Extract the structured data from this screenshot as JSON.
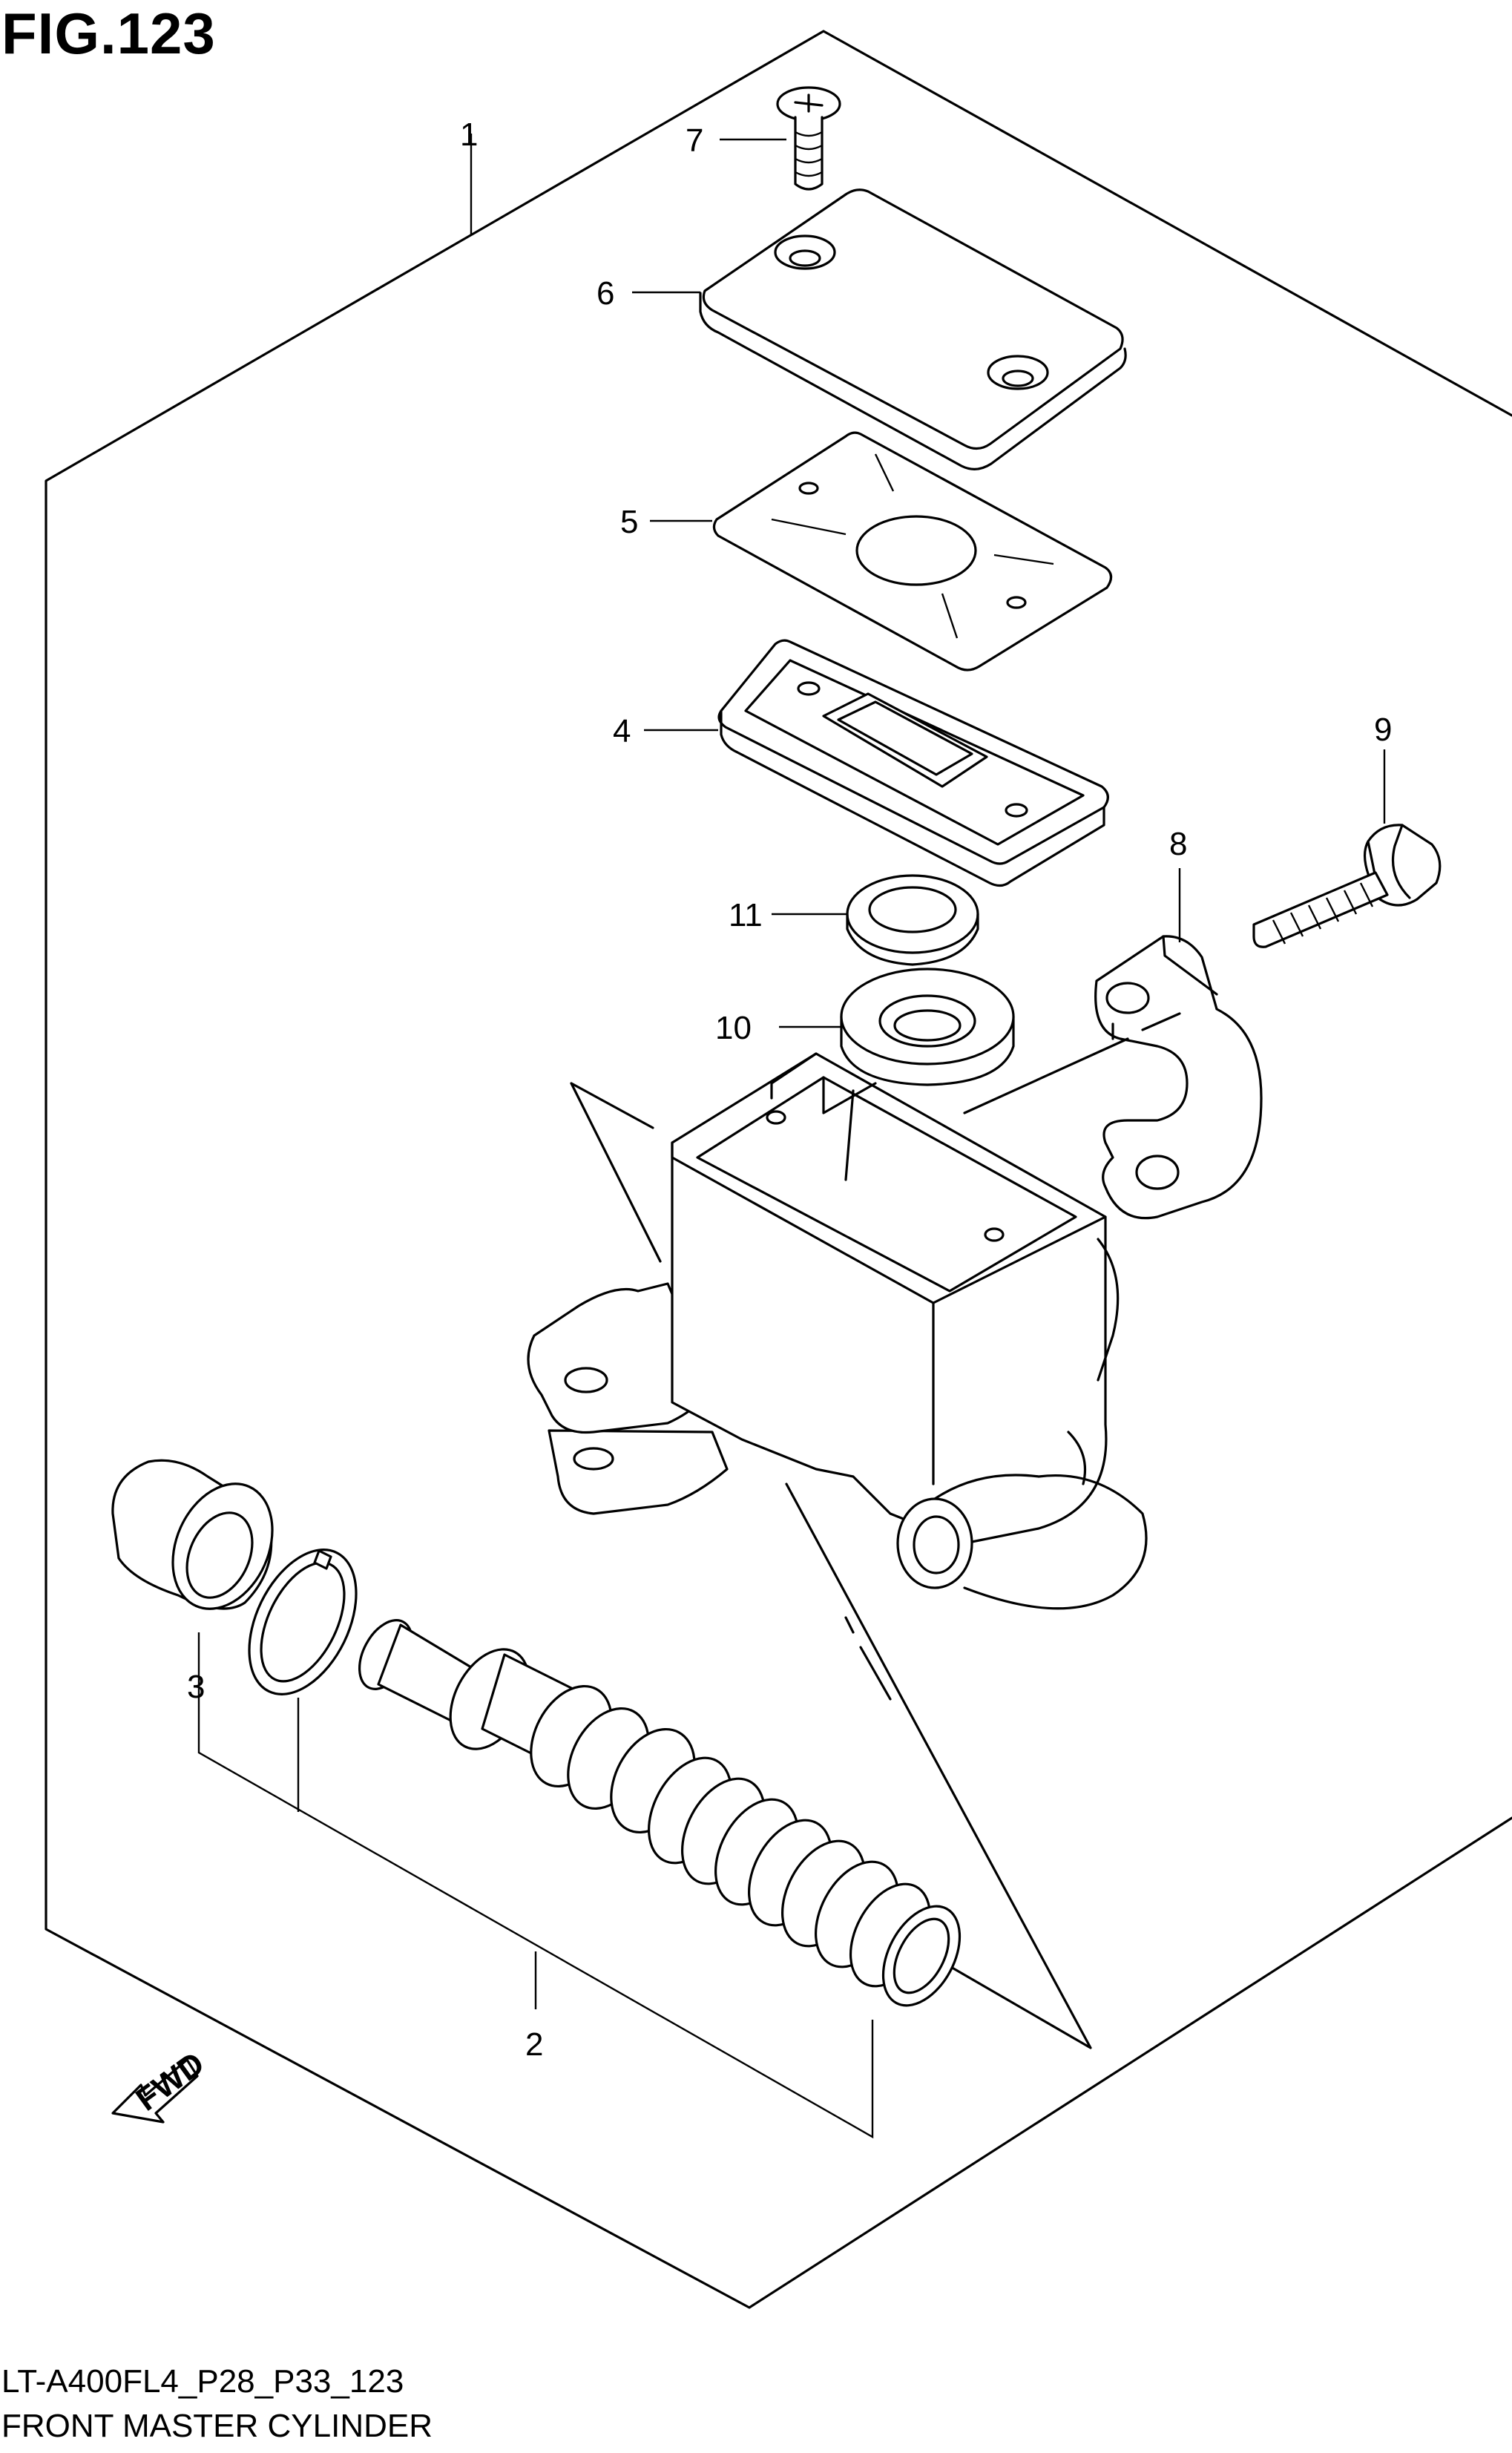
{
  "figure": {
    "title": "FIG.123"
  },
  "footer": {
    "code": "LT-A400FL4_P28_P33_123",
    "name": "FRONT MASTER CYLINDER"
  },
  "callouts": [
    "1",
    "2",
    "3",
    "4",
    "5",
    "6",
    "7",
    "8",
    "9",
    "10",
    "11"
  ],
  "direction_arrow_text": "FWD"
}
